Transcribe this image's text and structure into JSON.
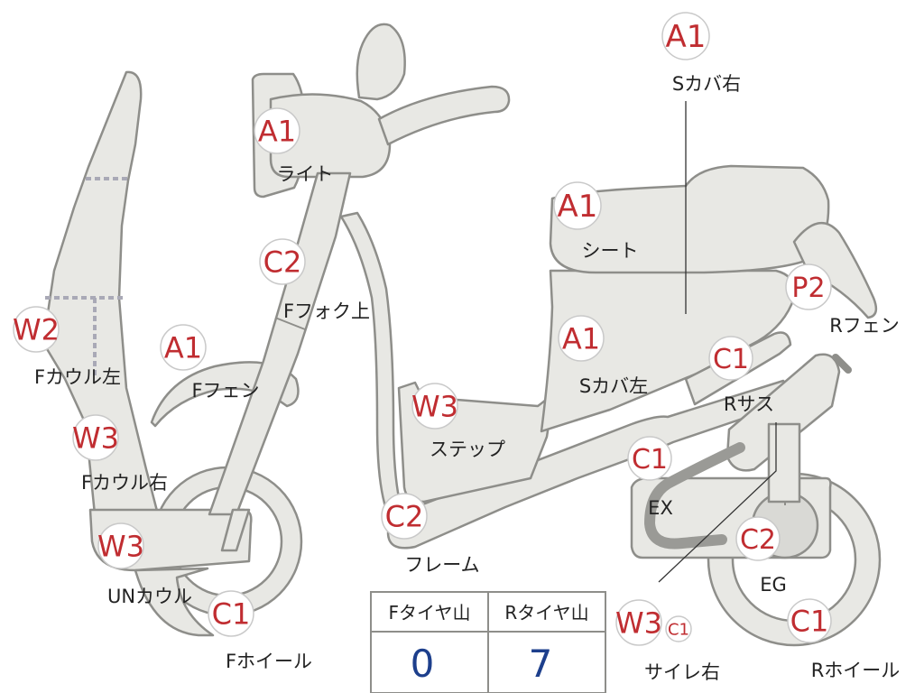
{
  "parts": [
    {
      "key": "s_cover_r",
      "grade": "A1",
      "label": "Sカバ右"
    },
    {
      "key": "light",
      "grade": "A1",
      "label": "ライト"
    },
    {
      "key": "seat",
      "grade": "A1",
      "label": "シート"
    },
    {
      "key": "f_fork_upper",
      "grade": "C2",
      "label": "Fフォク上"
    },
    {
      "key": "r_fender",
      "grade": "P2",
      "label": "Rフェン"
    },
    {
      "key": "f_cowl_left",
      "grade": "W2",
      "label": "Fカウル左"
    },
    {
      "key": "f_fender",
      "grade": "A1",
      "label": "Fフェン"
    },
    {
      "key": "s_cover_l",
      "grade": "A1",
      "label": "Sカバ左"
    },
    {
      "key": "r_suspension",
      "grade": "C1",
      "label": "Rサス"
    },
    {
      "key": "step",
      "grade": "W3",
      "label": "ステップ"
    },
    {
      "key": "f_cowl_right",
      "grade": "W3",
      "label": "Fカウル右"
    },
    {
      "key": "exhaust",
      "grade": "C1",
      "label": "EX"
    },
    {
      "key": "frame",
      "grade": "C2",
      "label": "フレーム"
    },
    {
      "key": "engine",
      "grade": "C2",
      "label": "EG"
    },
    {
      "key": "under_cowl",
      "grade": "W3",
      "label": "UNカウル"
    },
    {
      "key": "f_wheel",
      "grade": "C1",
      "label": "Fホイール"
    },
    {
      "key": "r_wheel",
      "grade": "C1",
      "label": "Rホイール"
    },
    {
      "key": "side_reflector_r",
      "grade": "W3",
      "grade2": "C1",
      "label": "サイレ右"
    }
  ],
  "tire_table": {
    "headers": [
      "Fタイヤ山",
      "Rタイヤ山"
    ],
    "values": [
      "0",
      "7"
    ]
  },
  "colors": {
    "grade_text": "#c02d31",
    "value_text": "#1d3f8c",
    "part_fill": "#e8e8e4",
    "part_stroke": "#8e8e8a"
  }
}
